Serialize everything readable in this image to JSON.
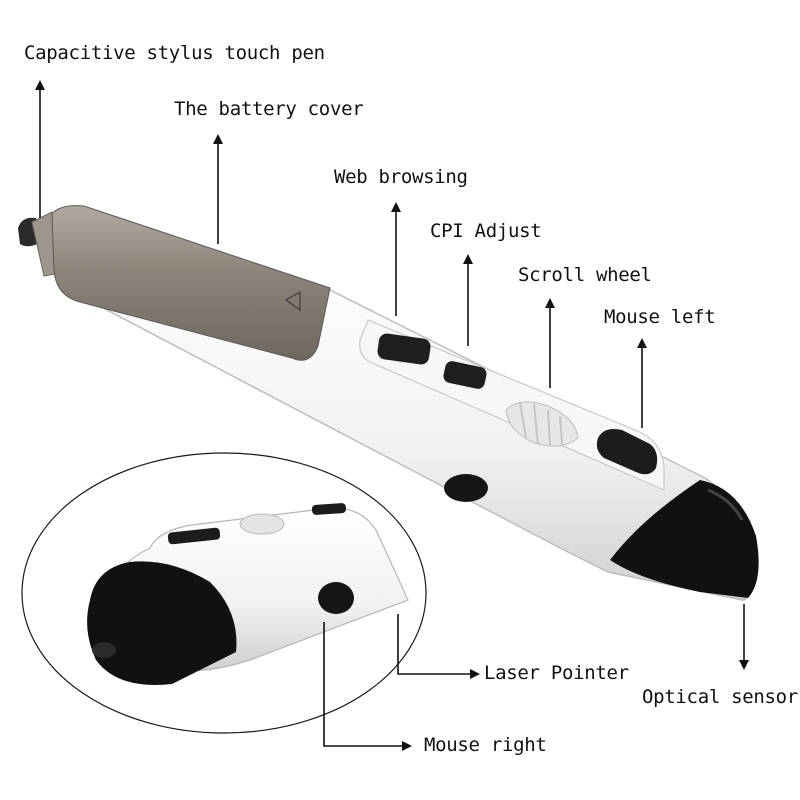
{
  "diagram": {
    "labels": {
      "stylus": "Capacitive stylus touch pen",
      "battery_cover": "The battery cover",
      "web_browsing": "Web browsing",
      "cpi_adjust": "CPI Adjust",
      "scroll_wheel": "Scroll wheel",
      "mouse_left": "Mouse left",
      "laser_pointer": "Laser Pointer",
      "optical_sensor": "Optical sensor",
      "mouse_right": "Mouse right"
    },
    "colors": {
      "pen_body": "#f4f4f4",
      "metal_cap": "#8e877d",
      "button": "#1c1c1c",
      "tip": "#111111",
      "arrow": "#111111"
    }
  }
}
